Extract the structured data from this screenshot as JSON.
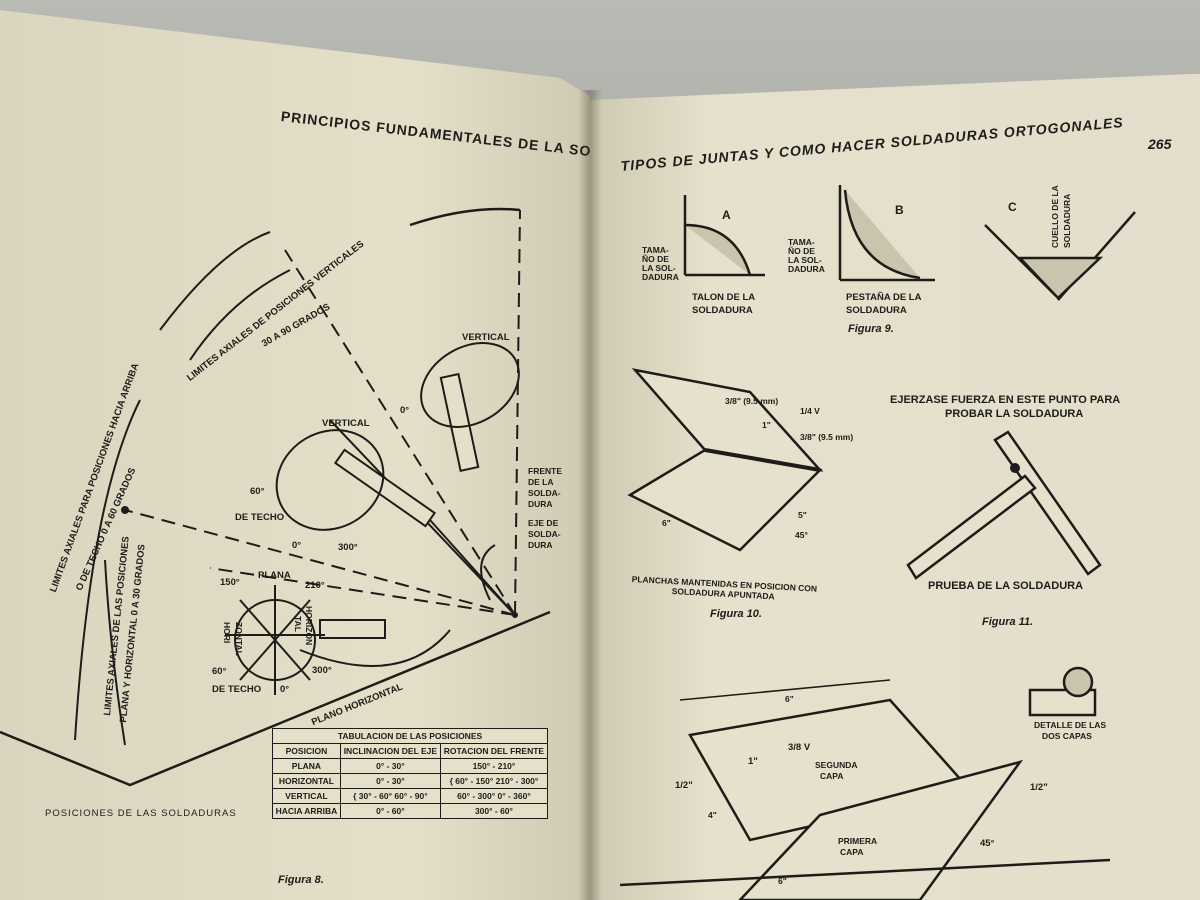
{
  "left_page": {
    "header": "PRINCIPIOS FUNDAMENTALES DE LA SOLDADURA",
    "figure8": {
      "arc_vertical": "LIMITES AXIALES DE POSICIONES VERTICALES",
      "arc_vertical_range": "30 A 90 GRADOS",
      "arc_up": "LIMITES AXIALES PARA POSICIONES HACIA ARRIBA",
      "arc_up_range": "O DE TECHO 0 A 60 GRADOS",
      "arc_flat": "LIMITES AXIALES DE LAS POSICIONES",
      "arc_flat_range": "PLANA Y HORIZONTAL 0 A 30 GRADOS",
      "vertical_1": "VERTICAL",
      "deg_0_a": "0°",
      "vertical_2": "VERTICAL",
      "deg_60": "60°",
      "de_techo_1": "DE TECHO",
      "deg_0_b": "0°",
      "deg_300_a": "300°",
      "frente": [
        "FRENTE",
        "DE LA",
        "SOLDA-",
        "DURA"
      ],
      "eje": [
        "EJE DE",
        "SOLDA-",
        "DURA"
      ],
      "deg_150": "150°",
      "plana": "PLANA",
      "deg_210": "210°",
      "hori": "HORI",
      "zontal": "ZONTAL",
      "horizon": "HORIZON",
      "tal": "TAL",
      "deg_60_b": "60°",
      "deg_300_b": "300°",
      "de_techo_2": "DE TECHO",
      "deg_0_c": "0°",
      "plano_horizontal": "PLANO HORIZONTAL",
      "caption_title": "POSICIONES DE LAS SOLDADURAS",
      "caption": "Figura 8."
    },
    "table": {
      "title": "TABULACION DE LAS POSICIONES",
      "headers": [
        "POSICION",
        "INCLINACION DEL EJE",
        "ROTACION DEL FRENTE"
      ],
      "rows": [
        [
          "PLANA",
          "0° - 30°",
          "150° - 210°"
        ],
        [
          "HORIZONTAL",
          "0° - 30°",
          "{ 60° - 150°  210° - 300°"
        ],
        [
          "VERTICAL",
          "{ 30° - 60°  60° - 90°",
          "60° - 300°  0° - 360°"
        ],
        [
          "HACIA ARRIBA",
          "0° - 60°",
          "300° - 60°"
        ]
      ]
    }
  },
  "right_page": {
    "header": "TIPOS DE JUNTAS Y COMO HACER SOLDADURAS ORTOGONALES",
    "page_number": "265",
    "figure9": {
      "label_a": "A",
      "label_b": "B",
      "label_c": "C",
      "tamano": [
        "TAMA-",
        "ÑO DE",
        "LA SOL-",
        "DADURA"
      ],
      "talon": "TALON DE LA",
      "talon2": "SOLDADURA",
      "pestana": "PESTAÑA DE LA",
      "pestana2": "SOLDADURA",
      "cuello": "CUELLO DE LA",
      "cuello2": "SOLDADURA",
      "caption": "Figura 9."
    },
    "figure10": {
      "dim1": "3/8\" (9.5 mm)",
      "dim2": "1/4 V",
      "dim3": "1\"",
      "dim4": "3/8\" (9.5 mm)",
      "dim5": "6\"",
      "dim6": "5\"",
      "dim7": "45°",
      "caption1": "PLANCHAS MANTENIDAS EN POSICION CON",
      "caption2": "SOLDADURA APUNTADA",
      "caption": "Figura 10."
    },
    "figure11": {
      "title1": "EJERZASE FUERZA EN ESTE PUNTO PARA",
      "title2": "PROBAR LA SOLDADURA",
      "label": "PRUEBA DE LA SOLDADURA",
      "caption": "Figura 11."
    },
    "figure12": {
      "detail1": "DETALLE DE LAS",
      "detail2": "DOS CAPAS",
      "dim_6": "6\"",
      "dim_38v": "3/8 V",
      "dim_1": "1\"",
      "segunda": "SEGUNDA",
      "capa": "CAPA",
      "dim_12a": "1/2\"",
      "dim_12b": "1/2\"",
      "primera": "PRIMERA",
      "capa2": "CAPA",
      "dim_45": "45°",
      "dim_4": "4\"",
      "dim_6b": "6\""
    }
  }
}
